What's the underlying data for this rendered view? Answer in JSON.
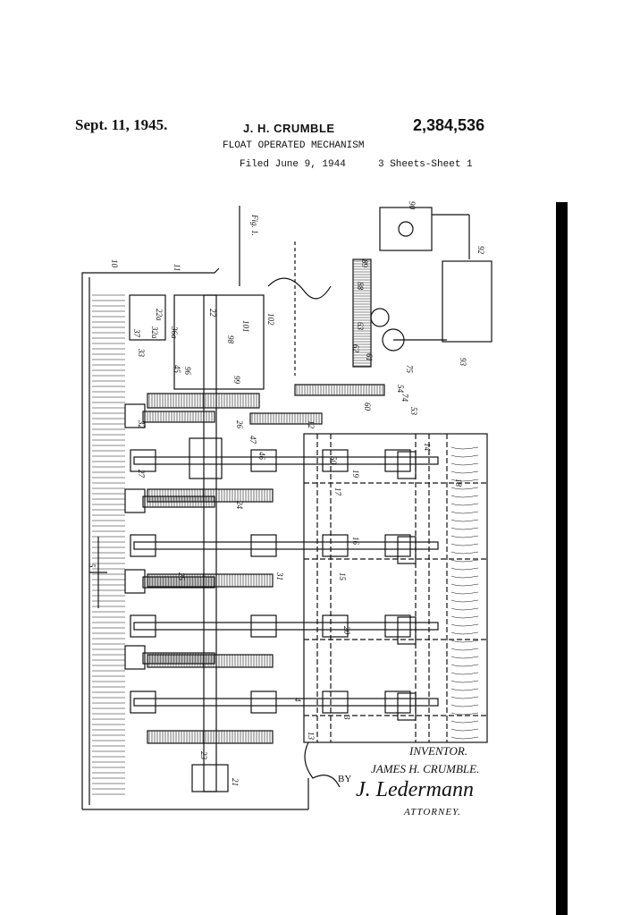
{
  "header": {
    "date": "Sept. 11, 1945.",
    "inventor": "J. H. CRUMBLE",
    "patent_number": "2,384,536",
    "title": "FLOAT OPERATED MECHANISM",
    "filed": "Filed June 9, 1944",
    "sheets": "3 Sheets-Sheet 1"
  },
  "drawing": {
    "figure_label": "Fig. 1.",
    "numerals": [
      "10",
      "11",
      "22a",
      "32a",
      "36a",
      "37",
      "33",
      "32",
      "27",
      "45",
      "96",
      "98",
      "99",
      "22",
      "101",
      "102",
      "90",
      "89",
      "88",
      "92",
      "93",
      "26",
      "47",
      "46",
      "50",
      "19",
      "13",
      "14",
      "18",
      "17",
      "15",
      "16",
      "24",
      "25",
      "31",
      "23",
      "21",
      "20",
      "12",
      "4",
      "5",
      "3",
      "54",
      "53",
      "60",
      "61",
      "62",
      "63",
      "75",
      "74"
    ]
  },
  "footer": {
    "inventor_label": "INVENTOR.",
    "inventor_name": "JAMES H. CRUMBLE.",
    "by": "BY",
    "signature": "J. Ledermann",
    "attorney_label": "ATTORNEY."
  }
}
